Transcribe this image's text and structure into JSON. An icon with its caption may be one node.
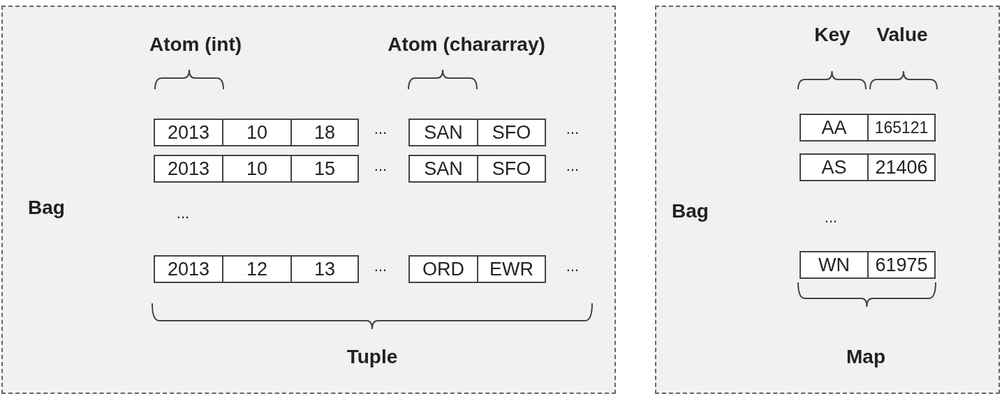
{
  "diagram": {
    "nodes": [
      {
        "text": [
          "Bag"
        ]
      },
      {
        "text": [
          "2013"
        ],
        "in": 0
      },
      {
        "text": [
          "10"
        ],
        "in": 0
      },
      {
        "text": [
          "18"
        ],
        "in": 0
      },
      {
        "text": [
          "SAN"
        ],
        "in": 0
      },
      {
        "text": [
          "SFO"
        ],
        "in": 0
      },
      {
        "text": [
          "2013"
        ],
        "in": 0
      },
      {
        "text": [
          "10"
        ],
        "in": 0
      },
      {
        "text": [
          "15"
        ],
        "in": 0
      },
      {
        "text": [
          "SAN"
        ],
        "in": 0
      },
      {
        "text": [
          "SFO"
        ],
        "in": 0
      },
      {
        "text": [
          "2013"
        ],
        "in": 0
      },
      {
        "text": [
          "12"
        ],
        "in": 0
      },
      {
        "text": [
          "13"
        ],
        "in": 0
      },
      {
        "text": [
          "ORD"
        ],
        "in": 0
      },
      {
        "text": [
          "EWR"
        ],
        "in": 0
      },
      {
        "text": [
          "Bag"
        ]
      },
      {
        "text": [
          "AA"
        ],
        "in": 16
      },
      {
        "text": [
          "165121"
        ],
        "in": 16
      },
      {
        "text": [
          "AS"
        ],
        "in": 16
      },
      {
        "text": [
          "21406"
        ],
        "in": 16
      },
      {
        "text": [
          "WN"
        ],
        "in": 16
      },
      {
        "text": [
          "61975"
        ],
        "in": 16
      }
    ],
    "edges": [],
    "labels": [
      "Atom (int)",
      "Atom (chararray)",
      "...",
      "...",
      "...",
      "...",
      "...",
      "...",
      "...",
      "Tuple",
      "Key",
      "Value",
      "...",
      "Map"
    ]
  }
}
